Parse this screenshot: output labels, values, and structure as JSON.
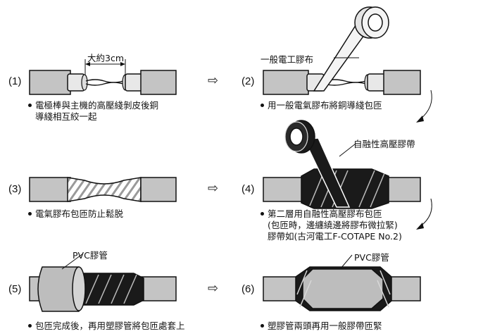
{
  "steps": [
    {
      "num": "(1)",
      "lines": [
        "電極棒與主機的高壓綫剝皮後銅",
        "導綫相互絞一起"
      ],
      "dimension": "大約3cm"
    },
    {
      "num": "(2)",
      "lines": [
        "用一般電氣膠布將銅導綫包匝"
      ],
      "tape_label": "一般電工膠布"
    },
    {
      "num": "(3)",
      "lines": [
        "電氣膠布包匝防止鬆脱"
      ]
    },
    {
      "num": "(4)",
      "lines": [
        "第二層用自融性高壓膠布包匝",
        "(包匝時，邊纏繞邊將膠布微拉緊)",
        "膠帶如(古河電工F-COTAPE  No.2)"
      ],
      "tape_label": "自融性高壓膠帶"
    },
    {
      "num": "(5)",
      "lines": [
        "包匝完成後，再用塑膠管將包匝處套上"
      ],
      "tape_label": "PVC膠管"
    },
    {
      "num": "(6)",
      "lines": [
        "塑膠管兩頭再用一般膠帶匝緊"
      ],
      "tape_label": "PVC膠管"
    }
  ],
  "arrow_glyph": "⇨",
  "colors": {
    "cable": "#c4c4c4",
    "outline": "#111111",
    "tape_black": "#1a1a1a",
    "tape_light": "#ececec"
  }
}
